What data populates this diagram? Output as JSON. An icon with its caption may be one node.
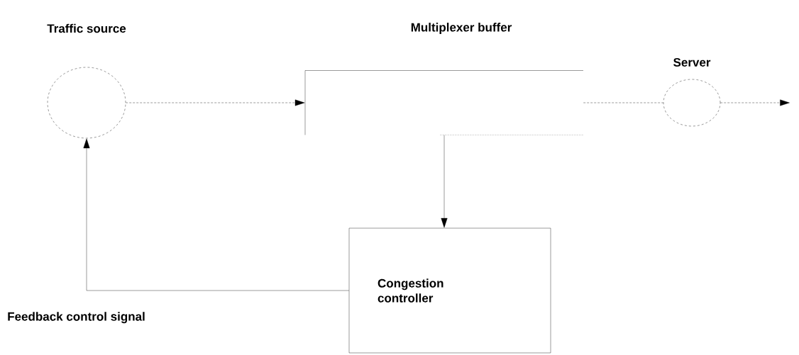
{
  "diagram": {
    "nodes": [
      {
        "text": [
          "Traffic source"
        ]
      },
      {
        "text": [
          "Multiplexer buffer"
        ]
      },
      {
        "text": [
          "Server"
        ]
      },
      {
        "text": [
          "Congestion controller"
        ]
      }
    ],
    "edges": [
      {
        "from": 0,
        "to": 1,
        "arrow": "to",
        "style": "dashed"
      },
      {
        "from": 1,
        "to": 2,
        "arrow": "none",
        "style": "dashed"
      },
      {
        "from": 2,
        "to": null,
        "arrow": "to",
        "style": "dashed"
      },
      {
        "from": 1,
        "to": 3,
        "arrow": "to"
      },
      {
        "from": 3,
        "to": 0,
        "arrow": "to",
        "label": "Feedback control signal"
      }
    ]
  }
}
